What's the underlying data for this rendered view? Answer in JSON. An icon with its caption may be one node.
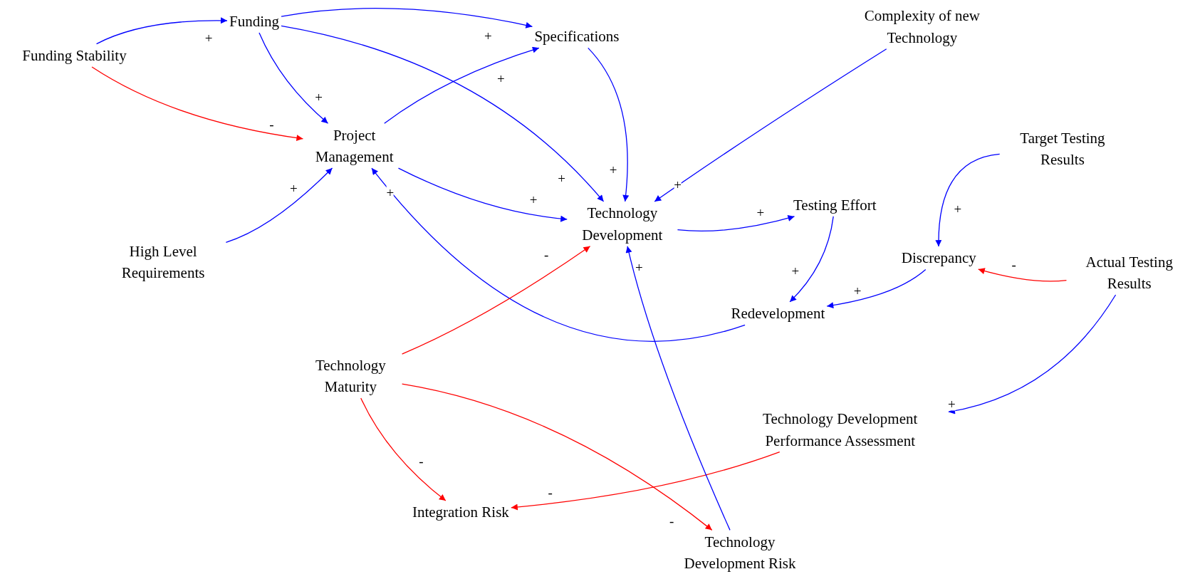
{
  "diagram": {
    "nodes": [
      {
        "text": [
          "Funding Stability"
        ]
      },
      {
        "text": [
          "Funding"
        ]
      },
      {
        "text": [
          "Specifications"
        ]
      },
      {
        "text": [
          "Complexity of new Technology"
        ]
      },
      {
        "text": [
          "Project Management"
        ]
      },
      {
        "text": [
          "Technology Development"
        ]
      },
      {
        "text": [
          "Testing Effort"
        ]
      },
      {
        "text": [
          "Target Testing Results"
        ]
      },
      {
        "text": [
          "High Level Requirements"
        ]
      },
      {
        "text": [
          "Discrepancy"
        ]
      },
      {
        "text": [
          "Actual Testing Results"
        ]
      },
      {
        "text": [
          "Redevelopment"
        ]
      },
      {
        "text": [
          "Technology Maturity"
        ]
      },
      {
        "text": [
          "Technology Development Performance Assessment"
        ]
      },
      {
        "text": [
          "Integration Risk"
        ]
      },
      {
        "text": [
          "Technology Development Risk"
        ]
      }
    ],
    "edges": [
      {
        "from": 0,
        "to": 1,
        "arrow": "to",
        "label": "+"
      },
      {
        "from": 0,
        "to": 4,
        "arrow": "to",
        "label": "-",
        "color": "#ff0000"
      },
      {
        "from": 1,
        "to": 2,
        "arrow": "to",
        "label": "+"
      },
      {
        "from": 1,
        "to": 4,
        "arrow": "to",
        "label": "+"
      },
      {
        "from": 1,
        "to": 5,
        "arrow": "to",
        "label": "+"
      },
      {
        "from": 4,
        "to": 2,
        "arrow": "to",
        "label": "+"
      },
      {
        "from": 2,
        "to": 5,
        "arrow": "to",
        "label": "+"
      },
      {
        "from": 3,
        "to": 5,
        "arrow": "to",
        "label": "+"
      },
      {
        "from": 4,
        "to": 5,
        "arrow": "to",
        "label": "+"
      },
      {
        "from": 8,
        "to": 4,
        "arrow": "to",
        "label": "+"
      },
      {
        "from": 11,
        "to": 4,
        "arrow": "to",
        "label": "+"
      },
      {
        "from": 5,
        "to": 6,
        "arrow": "to",
        "label": "+"
      },
      {
        "from": 6,
        "to": 11,
        "arrow": "to",
        "label": "+"
      },
      {
        "from": 7,
        "to": 9,
        "arrow": "to",
        "label": "+"
      },
      {
        "from": 10,
        "to": 9,
        "arrow": "to",
        "label": "-",
        "color": "#ff0000"
      },
      {
        "from": 9,
        "to": 11,
        "arrow": "to",
        "label": "+"
      },
      {
        "from": 10,
        "to": 13,
        "arrow": "to",
        "label": "+"
      },
      {
        "from": 12,
        "to": 5,
        "arrow": "to",
        "label": "-",
        "color": "#ff0000"
      },
      {
        "from": 12,
        "to": 14,
        "arrow": "to",
        "label": "-",
        "color": "#ff0000"
      },
      {
        "from": 12,
        "to": 15,
        "arrow": "to",
        "label": "-",
        "color": "#ff0000"
      },
      {
        "from": 13,
        "to": 14,
        "arrow": "to",
        "label": "-",
        "color": "#ff0000"
      },
      {
        "from": 15,
        "to": 5,
        "arrow": "to",
        "label": "+"
      }
    ]
  }
}
